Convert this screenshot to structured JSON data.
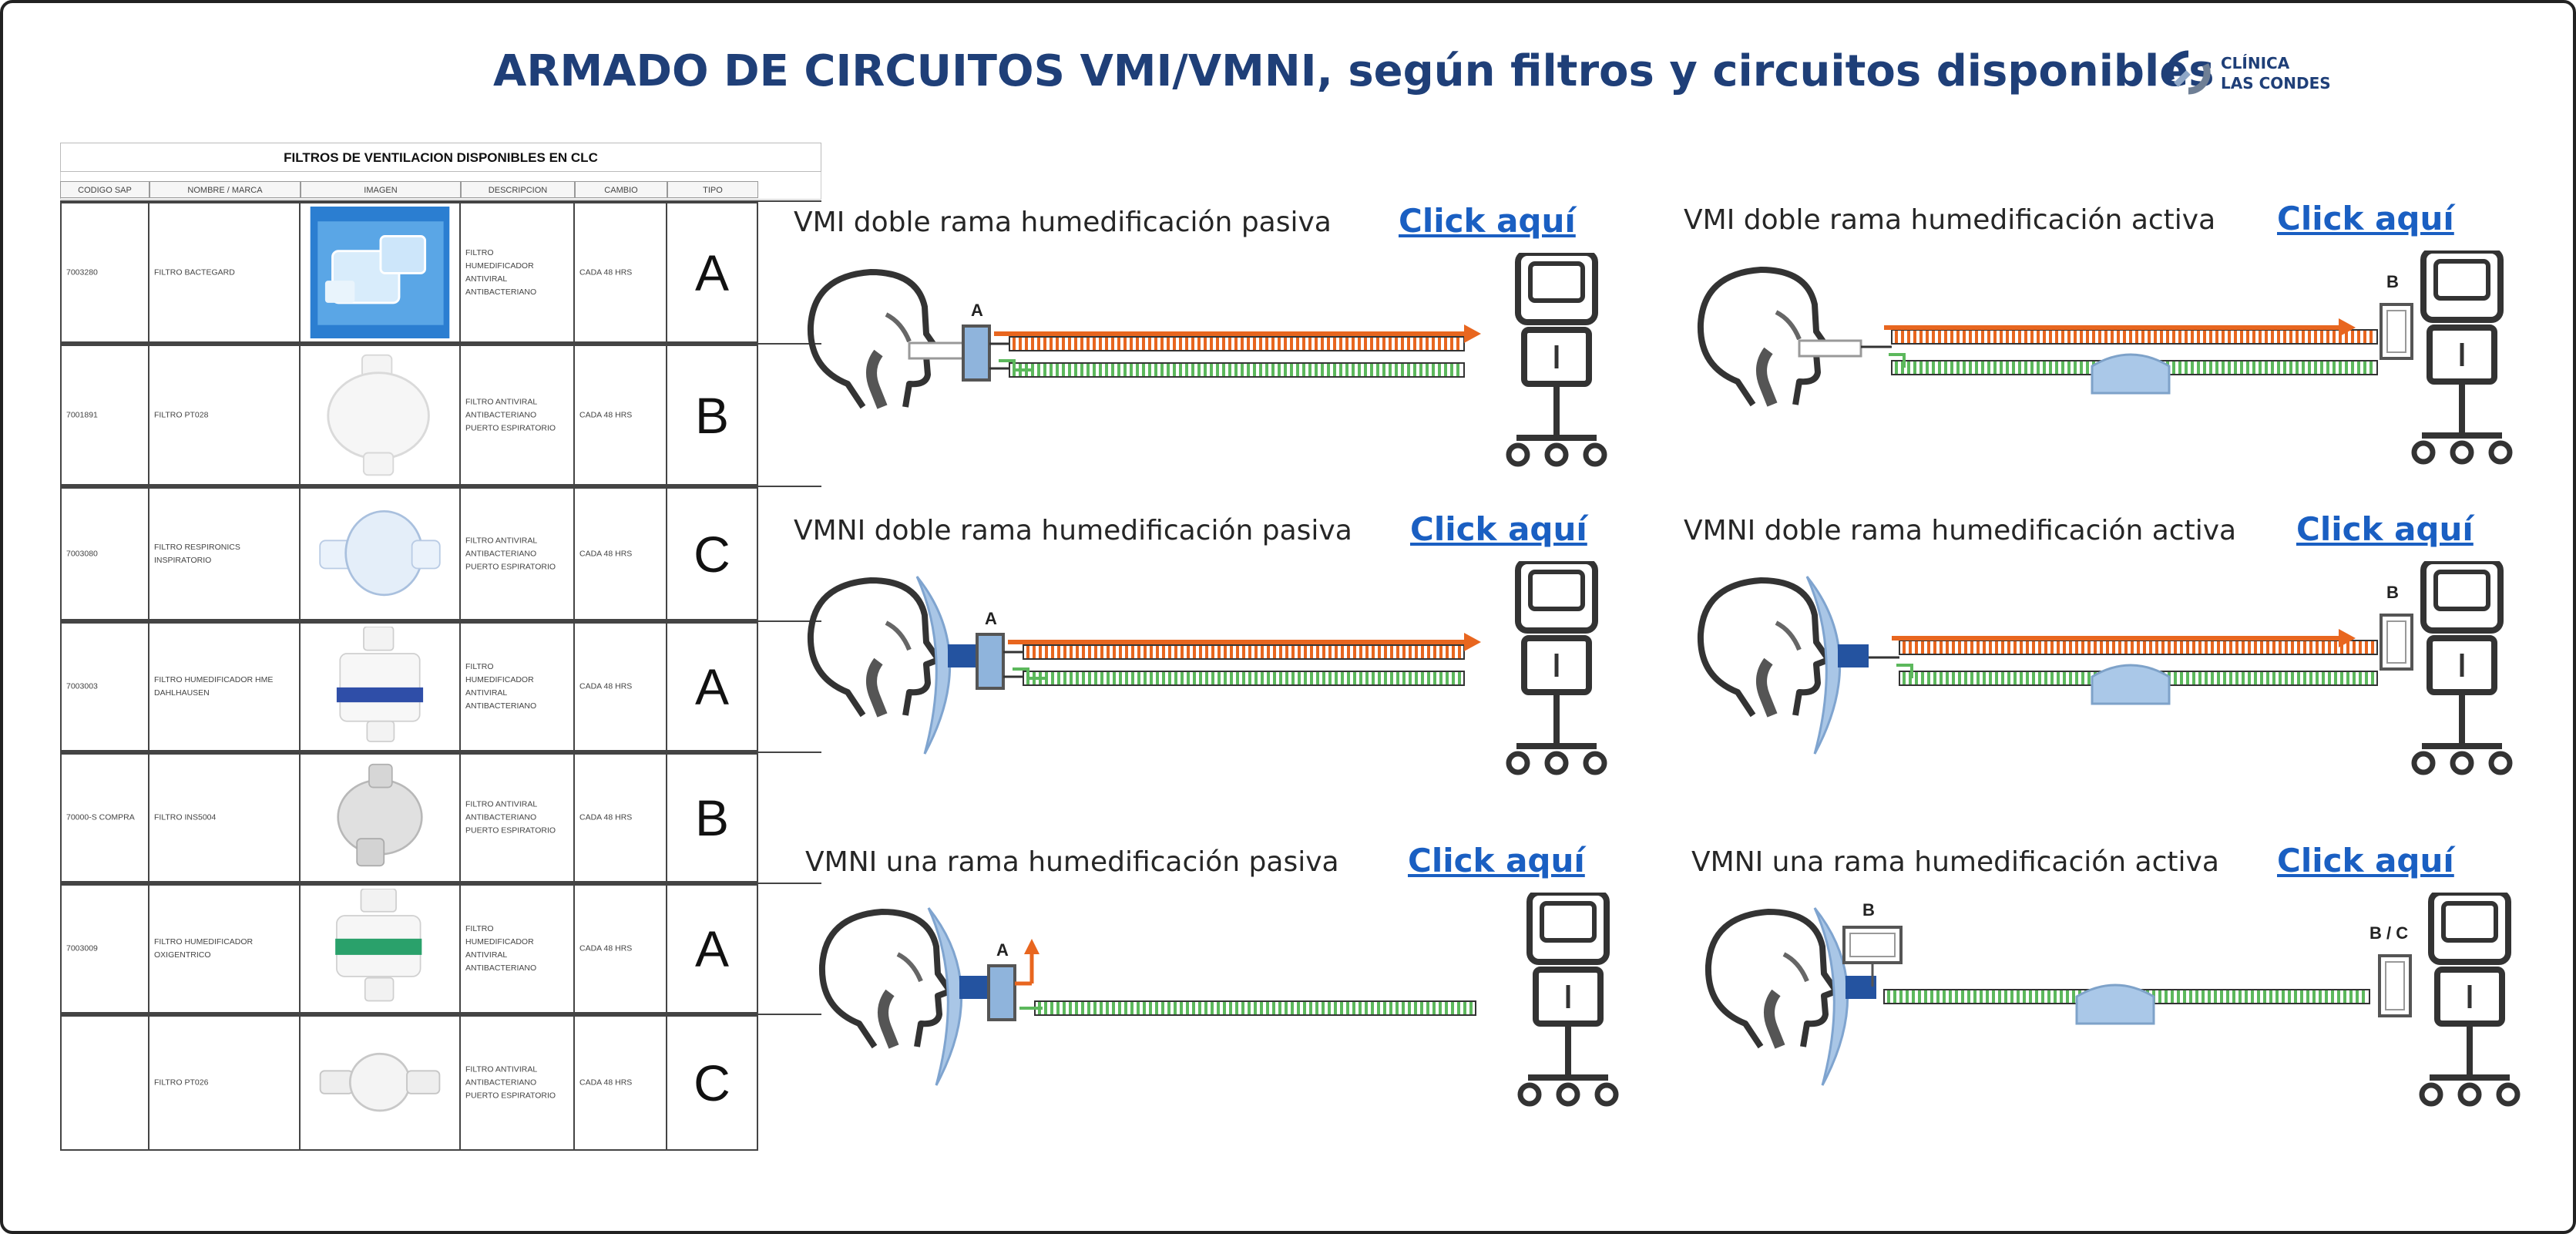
{
  "title": "ARMADO DE CIRCUITOS VMI/VMNI, según filtros y circuitos disponibles",
  "logo": {
    "line1": "CLÍNICA",
    "line2": "LAS CONDES"
  },
  "table": {
    "caption": "FILTROS DE VENTILACION DISPONIBLES EN CLC",
    "headers": [
      "CODIGO SAP",
      "NOMBRE / MARCA",
      "IMAGEN",
      "DESCRIPCION",
      "CAMBIO",
      "TIPO"
    ],
    "rows": [
      {
        "code": "7003280",
        "name": "FILTRO BACTEGARD",
        "desc": "FILTRO\nHUMEDIFICADOR\nANTIVIRAL\nANTIBACTERIANO",
        "change": "CADA 48 HRS",
        "type": "A",
        "image": "bactegard-filter-image"
      },
      {
        "code": "7001891",
        "name": "FILTRO PT028",
        "desc": "FILTRO ANTIVIRAL\nANTIBACTERIANO\nPUERTO ESPIRATORIO",
        "change": "CADA 48 HRS",
        "type": "B",
        "image": "round-filter-image"
      },
      {
        "code": "7003080",
        "name": "FILTRO RESPIRONICS\nINSPIRATORIO",
        "desc": "FILTRO ANTIVIRAL\nANTIBACTERIANO\nPUERTO ESPIRATORIO",
        "change": "CADA 48 HRS",
        "type": "C",
        "image": "respironics-filter-image"
      },
      {
        "code": "7003003",
        "name": "FILTRO HUMEDIFICADOR HME\nDAHLHAUSEN",
        "desc": "FILTRO\nHUMEDIFICADOR\nANTIVIRAL\nANTIBACTERIANO",
        "change": "CADA 48 HRS",
        "type": "A",
        "image": "hme-filter-image"
      },
      {
        "code": "70000-S COMPRA",
        "name": "FILTRO INS5004",
        "desc": "FILTRO ANTIVIRAL\nANTIBACTERIANO\nPUERTO ESPIRATORIO",
        "change": "CADA 48 HRS",
        "type": "B",
        "image": "ins-filter-image"
      },
      {
        "code": "7003009",
        "name": "FILTRO HUMEDIFICADOR\nOXIGENTRICO",
        "desc": "FILTRO\nHUMEDIFICADOR\nANTIVIRAL\nANTIBACTERIANO",
        "change": "CADA 48 HRS",
        "type": "A",
        "image": "green-band-filter-image"
      },
      {
        "code": "",
        "name": "FILTRO PT026",
        "desc": "FILTRO ANTIVIRAL\nANTIBACTERIANO\nPUERTO ESPIRATORIO",
        "change": "CADA 48 HRS",
        "type": "C",
        "image": "inline-filter-image"
      }
    ]
  },
  "panels": [
    {
      "title": "VMI doble rama humedificación pasiva",
      "link": "Click aquí",
      "filter_labels": [
        "A"
      ]
    },
    {
      "title": "VMI doble rama humedificación activa",
      "link": "Click aquí",
      "filter_labels": [
        "B"
      ]
    },
    {
      "title": "VMNI doble rama humedificación pasiva",
      "link": "Click aquí",
      "filter_labels": [
        "A"
      ]
    },
    {
      "title": "VMNI doble rama humedificación activa",
      "link": "Click aquí",
      "filter_labels": [
        "B"
      ]
    },
    {
      "title": "VMNI una rama humedificación pasiva",
      "link": "Click aquí",
      "filter_labels": [
        "A"
      ]
    },
    {
      "title": "VMNI una rama humedificación activa",
      "link": "Click aquí",
      "filter_labels": [
        "B",
        "B / C"
      ]
    }
  ],
  "colors": {
    "title": "#1f3f78",
    "link": "#1a5fc2",
    "inspiratory": "#e8661f",
    "expiratory": "#5cb85c",
    "filter": "#8fb4dc",
    "mask": "#a9c6e6"
  }
}
